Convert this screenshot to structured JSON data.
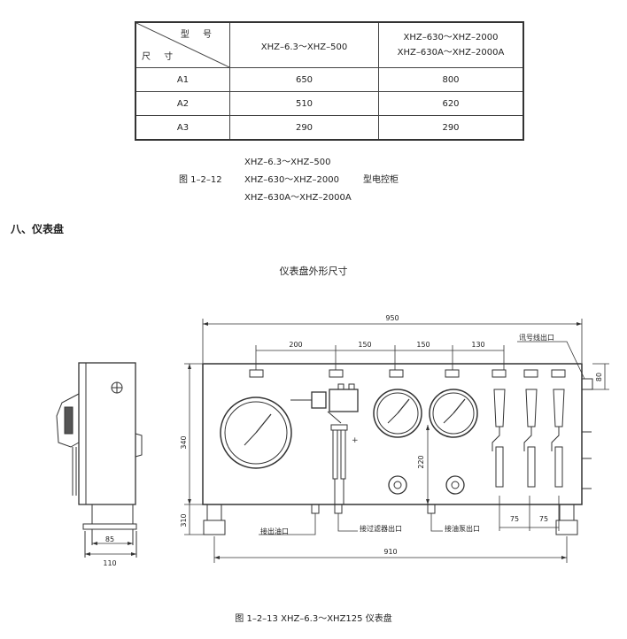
{
  "table": {
    "header_model": "型 号",
    "header_size": "尺 寸",
    "col1": "XHZ–6.3～XHZ–500",
    "col2_line1": "XHZ–630～XHZ–2000",
    "col2_line2": "XHZ–630A～XHZ–2000A",
    "rows": [
      {
        "label": "A1",
        "v1": "650",
        "v2": "800"
      },
      {
        "label": "A2",
        "v1": "510",
        "v2": "620"
      },
      {
        "label": "A3",
        "v1": "290",
        "v2": "290"
      }
    ]
  },
  "caption1": {
    "line1": "XHZ–6.3～XHZ–500",
    "fig_no": "图 1–2–12",
    "line2": "XHZ–630～XHZ–2000",
    "suffix": "型电控柜",
    "line3": "XHZ–630A～XHZ–2000A"
  },
  "section_heading": "八、仪表盘",
  "diagram_title": "仪表盘外形尺寸",
  "drawing": {
    "dim_950": "950",
    "dim_200": "200",
    "dim_150a": "150",
    "dim_150b": "150",
    "dim_130": "130",
    "dim_340": "340",
    "dim_310": "310",
    "dim_220": "220",
    "dim_80": "80",
    "dim_75a": "75",
    "dim_75b": "75",
    "dim_910": "910",
    "dim_85": "85",
    "dim_110": "110",
    "label_signal": "讯号线出口",
    "label_oil_out": "接出油口",
    "label_filter": "接过滤器出口",
    "label_pump": "接油泵出口"
  },
  "bottom_caption": "图 1–2–13  XHZ–6.3～XHZ125  仪表盘"
}
